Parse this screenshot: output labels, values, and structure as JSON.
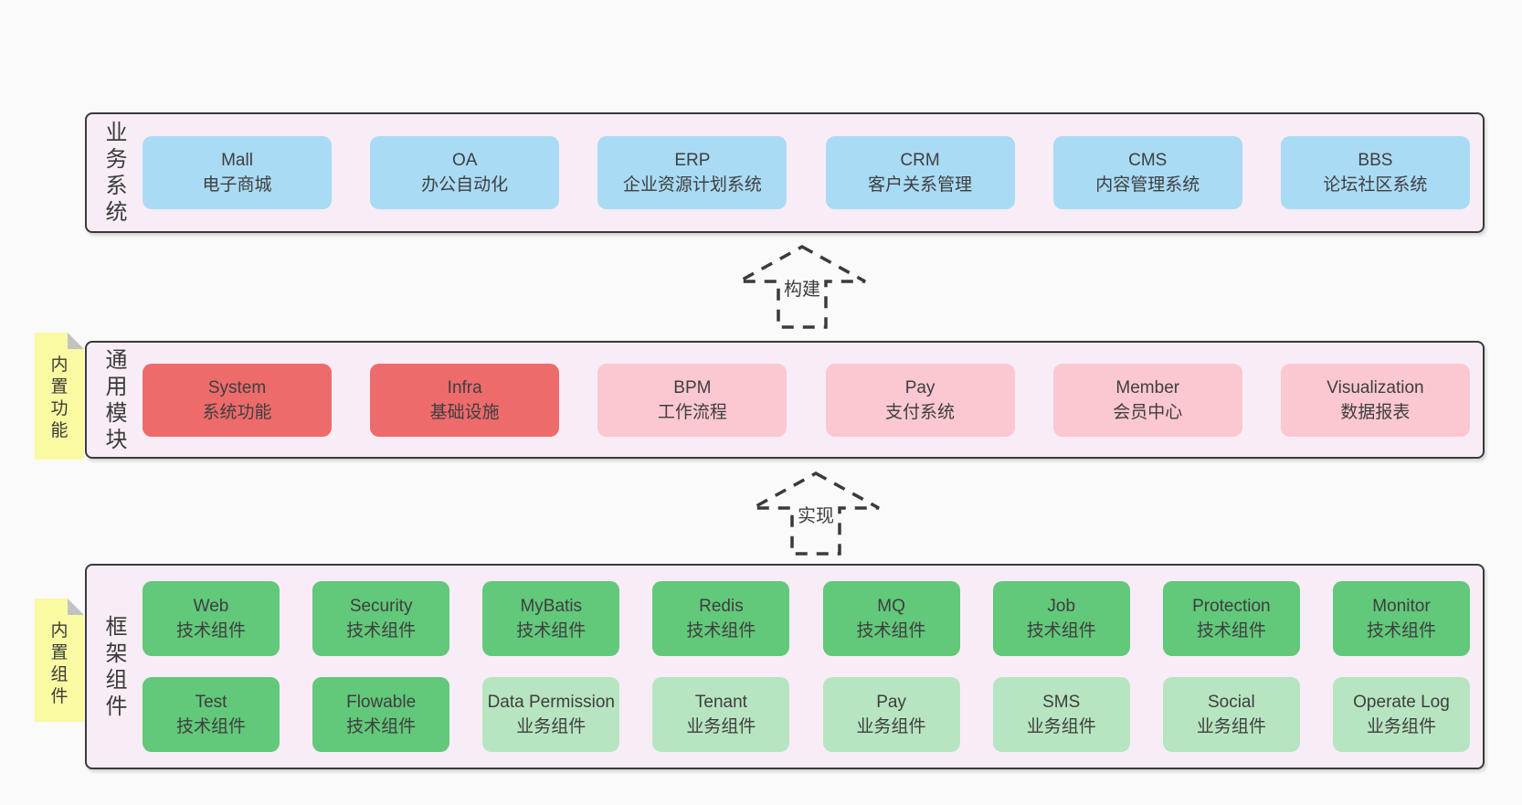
{
  "colors": {
    "pageBg": "#fafafa",
    "frameBg": "#f8edf6",
    "frameBorder": "#3a3a3a",
    "blue": "#a9dbf5",
    "red": "#ee6b6c",
    "pink": "#fbc8d1",
    "green": "#62c87a",
    "greenLight": "#b7e5c1",
    "yellow": "#fafaa2",
    "fold": "#c2c2c2",
    "text": "#3d3d3d"
  },
  "arrows": {
    "build": "构建",
    "implement": "实现"
  },
  "sections": {
    "business": {
      "label": "业务系统",
      "boxes": [
        {
          "title": "Mall",
          "subtitle": "电子商城"
        },
        {
          "title": "OA",
          "subtitle": "办公自动化"
        },
        {
          "title": "ERP",
          "subtitle": "企业资源计划系统"
        },
        {
          "title": "CRM",
          "subtitle": "客户关系管理"
        },
        {
          "title": "CMS",
          "subtitle": "内容管理系统"
        },
        {
          "title": "BBS",
          "subtitle": "论坛社区系统"
        }
      ]
    },
    "modules": {
      "label": "通用模块",
      "sticky": "内置功能",
      "boxes": [
        {
          "title": "System",
          "subtitle": "系统功能"
        },
        {
          "title": "Infra",
          "subtitle": "基础设施"
        },
        {
          "title": "BPM",
          "subtitle": "工作流程"
        },
        {
          "title": "Pay",
          "subtitle": "支付系统"
        },
        {
          "title": "Member",
          "subtitle": "会员中心"
        },
        {
          "title": "Visualization",
          "subtitle": "数据报表"
        }
      ]
    },
    "components": {
      "label": "框架组件",
      "sticky": "内置组件",
      "row1": [
        {
          "title": "Web",
          "subtitle": "技术组件"
        },
        {
          "title": "Security",
          "subtitle": "技术组件"
        },
        {
          "title": "MyBatis",
          "subtitle": "技术组件"
        },
        {
          "title": "Redis",
          "subtitle": "技术组件"
        },
        {
          "title": "MQ",
          "subtitle": "技术组件"
        },
        {
          "title": "Job",
          "subtitle": "技术组件"
        },
        {
          "title": "Protection",
          "subtitle": "技术组件"
        },
        {
          "title": "Monitor",
          "subtitle": "技术组件"
        }
      ],
      "row2": [
        {
          "title": "Test",
          "subtitle": "技术组件"
        },
        {
          "title": "Flowable",
          "subtitle": "技术组件"
        },
        {
          "title": "Data Permission",
          "subtitle": "业务组件"
        },
        {
          "title": "Tenant",
          "subtitle": "业务组件"
        },
        {
          "title": "Pay",
          "subtitle": "业务组件"
        },
        {
          "title": "SMS",
          "subtitle": "业务组件"
        },
        {
          "title": "Social",
          "subtitle": "业务组件"
        },
        {
          "title": "Operate Log",
          "subtitle": "业务组件"
        }
      ]
    }
  }
}
